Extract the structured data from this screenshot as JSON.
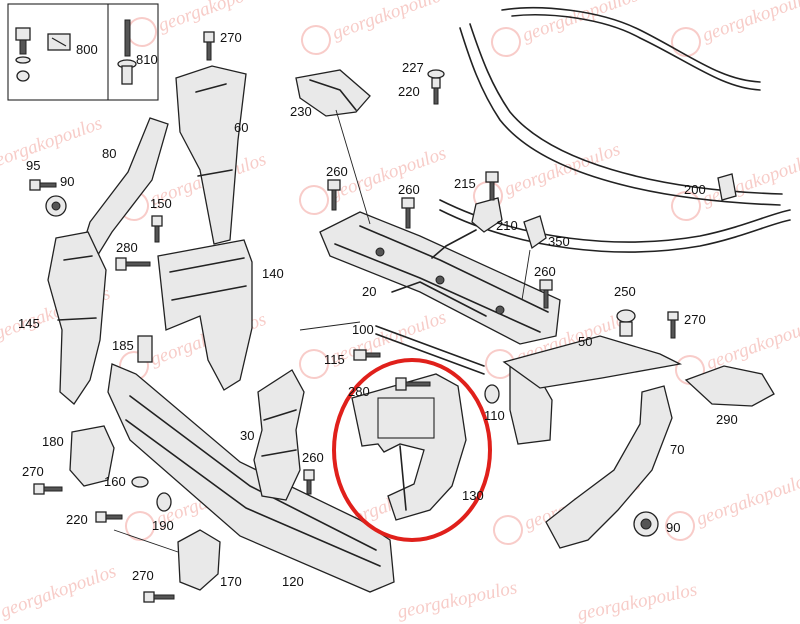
{
  "watermark": "georgakopoulos",
  "highlight_color": "#e0201b",
  "callouts": {
    "c800": "800",
    "c810": "810",
    "c270a": "270",
    "c227": "227",
    "c220a": "220",
    "c230": "230",
    "c60": "60",
    "c95": "95",
    "c90a": "90",
    "c80": "80",
    "c150": "150",
    "c280a": "280",
    "c140": "140",
    "c145": "145",
    "c185": "185",
    "c260a": "260",
    "c260b": "260",
    "c215": "215",
    "c210": "210",
    "c200": "200",
    "c350": "350",
    "c20": "20",
    "c260c": "260",
    "c250": "250",
    "c270b": "270",
    "c50": "50",
    "c100": "100",
    "c115": "115",
    "c280b": "280",
    "c110": "110",
    "c290": "290",
    "c30": "30",
    "c260d": "260",
    "c130": "130",
    "c70": "70",
    "c180": "180",
    "c270c": "270",
    "c160": "160",
    "c220b": "220",
    "c190": "190",
    "c90b": "90",
    "c270d": "270",
    "c170": "170",
    "c120": "120"
  }
}
